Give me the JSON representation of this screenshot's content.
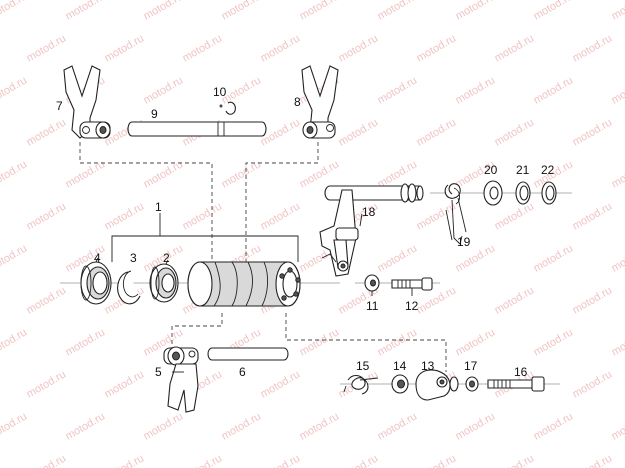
{
  "watermark": "motod.ru",
  "callouts": {
    "n1": "1",
    "n2": "2",
    "n3": "3",
    "n4": "4",
    "n5": "5",
    "n6": "6",
    "n7": "7",
    "n8": "8",
    "n9": "9",
    "n10": "10",
    "n11": "11",
    "n12": "12",
    "n13": "13",
    "n14": "14",
    "n15": "15",
    "n16": "16",
    "n17": "17",
    "n18": "18",
    "n19": "19",
    "n20": "20",
    "n21": "21",
    "n22": "22"
  }
}
